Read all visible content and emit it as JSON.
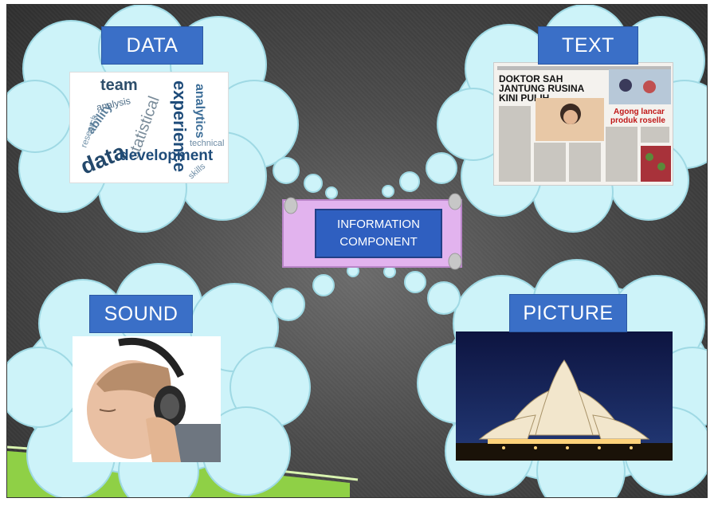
{
  "center": {
    "line1": "INFORMATION",
    "line2": "COMPONENT"
  },
  "labels": {
    "data": "DATA",
    "text": "TEXT",
    "sound": "SOUND",
    "picture": "PICTURE"
  },
  "wordcloud": {
    "words": [
      "team",
      "experience",
      "analytics",
      "statistical",
      "analysis",
      "ability",
      "research",
      "data",
      "development",
      "technical",
      "skills"
    ]
  },
  "newspaper": {
    "headline": [
      "DOKTOR SAH",
      "JANTUNG RUSINA",
      "KINI PULIH"
    ],
    "subhead": [
      "Agong lancar",
      "produk roselle"
    ]
  },
  "colors": {
    "cloud_fill": "#cdf3f9",
    "cloud_stroke": "#9fd9e4",
    "label_bg": "#3a6fc7",
    "scroll_fill": "#e2b3ee",
    "green_accent": "#8fd046"
  }
}
